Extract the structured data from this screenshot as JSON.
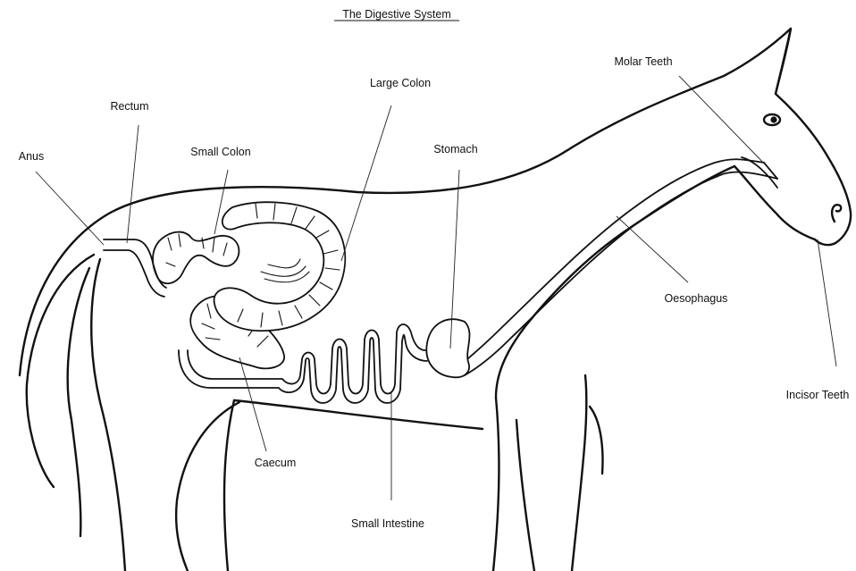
{
  "title": "The Digestive System",
  "labels": {
    "molar_teeth": "Molar Teeth",
    "large_colon": "Large Colon",
    "rectum": "Rectum",
    "anus": "Anus",
    "small_colon": "Small Colon",
    "stomach": "Stomach",
    "oesophagus": "Oesophagus",
    "incisor_teeth": "Incisor Teeth",
    "caecum": "Caecum",
    "small_intestine": "Small Intestine"
  }
}
